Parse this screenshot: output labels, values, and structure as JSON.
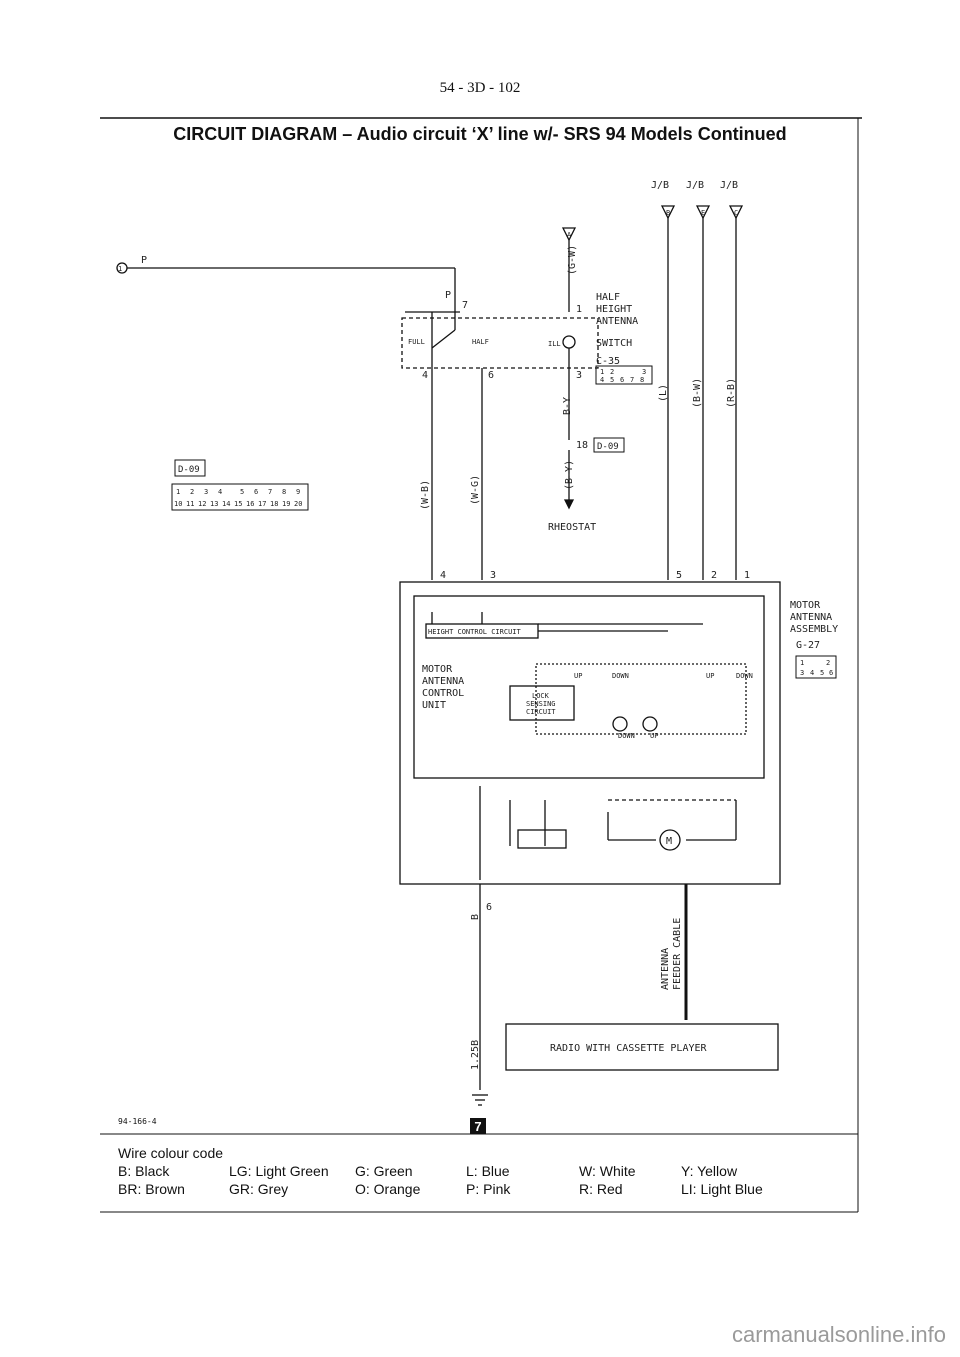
{
  "page": {
    "number": "54 - 3D - 102",
    "ref": "94-166-4",
    "watermark": "carmanualsonline.info"
  },
  "title": "CIRCUIT DIAGRAM – Audio circuit ‘X’ line w/- SRS 94 Models Continued",
  "diagram": {
    "jb_labels": [
      "J/B",
      "J/B",
      "J/B"
    ],
    "jb_tags": [
      "B",
      "E",
      "C"
    ],
    "connector_a": "A",
    "wires": {
      "gw": "(G-W)",
      "wb": "(W-B)",
      "wg": "(W-G)",
      "by": "B-Y",
      "by2": "(B-Y)",
      "l": "(L)",
      "bw": "(B-W)",
      "rb": "(R-B)",
      "p": "P",
      "p2": "P",
      "b": "B",
      "b125": "1.25B"
    },
    "feed_circle": "1",
    "switch": {
      "name_lines": [
        "HALF",
        "HEIGHT",
        "ANTENNA",
        "SWITCH"
      ],
      "code": "C-35",
      "full": "FULL",
      "half": "HALF",
      "ill": "ILL"
    },
    "switch_connector": {
      "row1": [
        "1",
        "2",
        "3"
      ],
      "row2": [
        "4",
        "5",
        "6",
        "7",
        "8"
      ]
    },
    "d09": {
      "label": "D-09",
      "row1": [
        "1",
        "2",
        "3",
        "4",
        "5",
        "6",
        "7",
        "8",
        "9"
      ],
      "row2": [
        "10",
        "11",
        "12",
        "13",
        "14",
        "15",
        "16",
        "17",
        "18",
        "19",
        "20"
      ]
    },
    "pins": {
      "p7": "7",
      "p1": "1",
      "p4": "4",
      "p6": "6",
      "p3": "3",
      "p18": "18",
      "u4": "4",
      "u3": "3",
      "u5": "5",
      "u2": "2",
      "u1": "1",
      "p6b": "6"
    },
    "rheostat": "RHEOSTAT",
    "d09_small": "D-09",
    "mot_assy": {
      "lines": [
        "MOTOR",
        "ANTENNA",
        "ASSEMBLY"
      ],
      "code": "G-27",
      "row1": [
        "1",
        "2"
      ],
      "row2": [
        "3",
        "4",
        "5",
        "6"
      ]
    },
    "control_unit": [
      "MOTOR",
      "ANTENNA",
      "CONTROL",
      "UNIT"
    ],
    "height_ctrl": "HEIGHT CONTROL CIRCUIT",
    "lock_sensing": [
      "LOCK",
      "SENSING",
      "CIRCUIT"
    ],
    "up": "UP",
    "down": "DOWN",
    "motor": "M",
    "antenna_cable": [
      "ANTENNA",
      "FEEDER CABLE"
    ],
    "radio": "RADIO WITH CASSETTE PLAYER",
    "ground": "7"
  },
  "legend": {
    "heading": "Wire colour code",
    "items": [
      {
        "code": "B: Black"
      },
      {
        "code": "LG: Light Green"
      },
      {
        "code": "G: Green"
      },
      {
        "code": "L: Blue"
      },
      {
        "code": "W: White"
      },
      {
        "code": "Y: Yellow"
      },
      {
        "code": "BR: Brown"
      },
      {
        "code": "GR: Grey"
      },
      {
        "code": "O: Orange"
      },
      {
        "code": "P: Pink"
      },
      {
        "code": "R: Red"
      },
      {
        "code": "LI: Light Blue"
      }
    ]
  }
}
